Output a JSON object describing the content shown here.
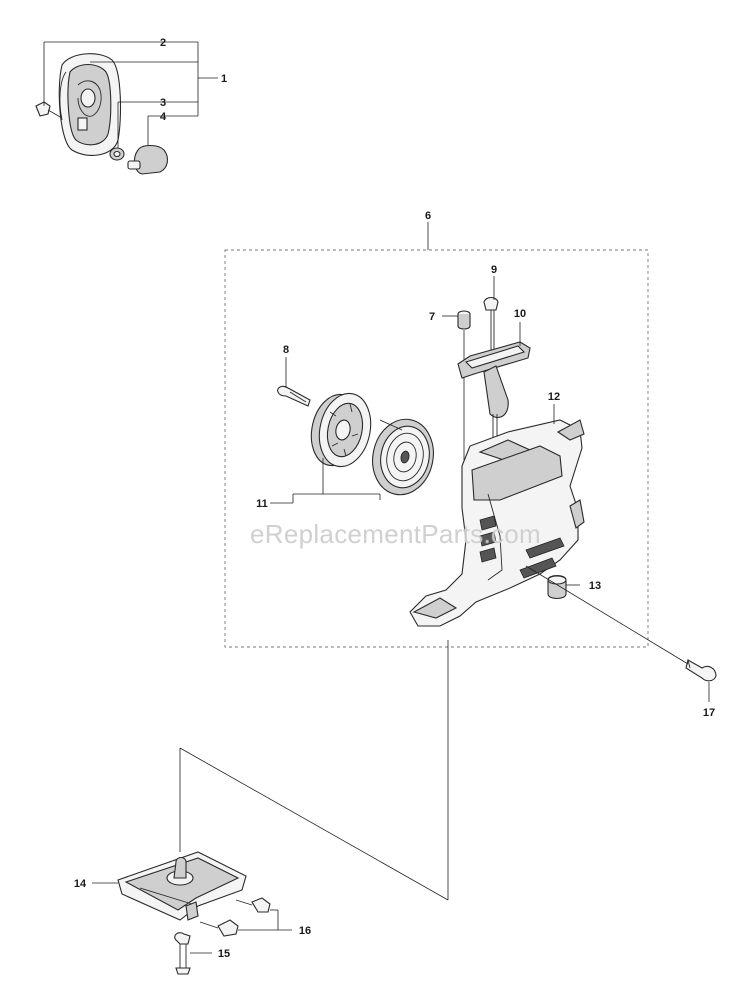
{
  "watermark": "eReplacementParts.com",
  "callouts": {
    "c1": "1",
    "c2": "2",
    "c3": "3",
    "c4": "4",
    "c6": "6",
    "c7": "7",
    "c8": "8",
    "c9": "9",
    "c10": "10",
    "c11": "11",
    "c12": "12",
    "c13": "13",
    "c14": "14",
    "c15": "15",
    "c16": "16",
    "c17": "17"
  }
}
